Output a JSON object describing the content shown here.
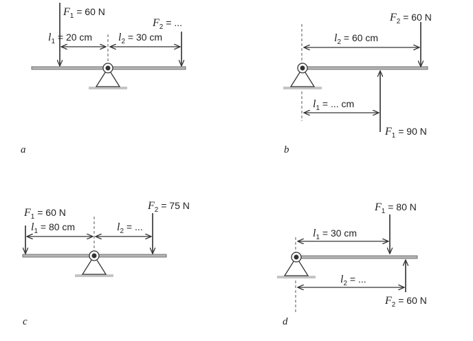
{
  "panels": {
    "a": {
      "letter": "a",
      "F1": {
        "sym": "F",
        "sub": "1",
        "rest": " = 60 N"
      },
      "F2": {
        "sym": "F",
        "sub": "2",
        "rest": " = ..."
      },
      "l1": {
        "sym": "l",
        "sub": "1",
        "rest": " = 20 cm"
      },
      "l2": {
        "sym": "l",
        "sub": "2",
        "rest": " = 30 cm"
      }
    },
    "b": {
      "letter": "b",
      "F1": {
        "sym": "F",
        "sub": "1",
        "rest": " = 90 N"
      },
      "F2": {
        "sym": "F",
        "sub": "2",
        "rest": " = 60 N"
      },
      "l1": {
        "sym": "l",
        "sub": "1",
        "rest": " = ... cm"
      },
      "l2": {
        "sym": "l",
        "sub": "2",
        "rest": " = 60 cm"
      }
    },
    "c": {
      "letter": "c",
      "F1": {
        "sym": "F",
        "sub": "1",
        "rest": " = 60 N"
      },
      "F2": {
        "sym": "F",
        "sub": "2",
        "rest": " = 75 N"
      },
      "l1": {
        "sym": "l",
        "sub": "1",
        "rest": " = 80 cm"
      },
      "l2": {
        "sym": "l",
        "sub": "2",
        "rest": " = ..."
      }
    },
    "d": {
      "letter": "d",
      "F1": {
        "sym": "F",
        "sub": "1",
        "rest": " = 80 N"
      },
      "F2": {
        "sym": "F",
        "sub": "2",
        "rest": " = 60 N"
      },
      "l1": {
        "sym": "l",
        "sub": "1",
        "rest": " = 30 cm"
      },
      "l2": {
        "sym": "l",
        "sub": "2",
        "rest": " = ..."
      }
    }
  }
}
